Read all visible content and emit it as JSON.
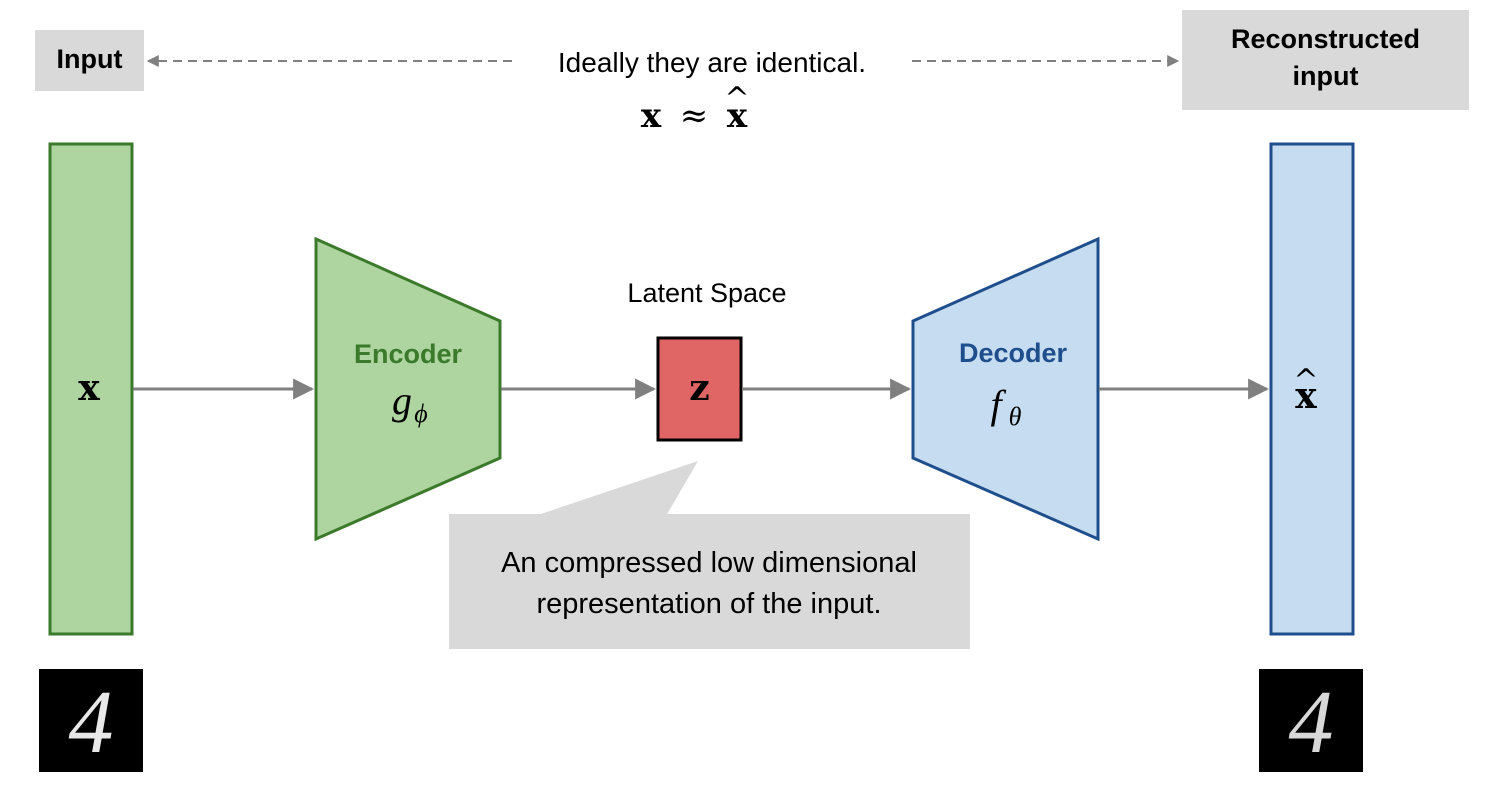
{
  "labels": {
    "input_box": "Input",
    "reconstructed_line1": "Reconstructed",
    "reconstructed_line2": "input",
    "identical_caption": "Ideally they are identical.",
    "equation_lhs": "x",
    "equation_approx": "≈",
    "equation_rhs": "x",
    "equation_hat": "^"
  },
  "input_bar": {
    "symbol": "x",
    "digit": "4"
  },
  "encoder": {
    "title": "Encoder",
    "func": "g",
    "subscript": "ϕ"
  },
  "latent": {
    "caption": "Latent Space",
    "symbol": "z"
  },
  "decoder": {
    "title": "Decoder",
    "func": "f",
    "subscript": "θ"
  },
  "output_bar": {
    "symbol": "x",
    "hat": "^",
    "digit": "4"
  },
  "callout": {
    "line1": "An compressed low dimensional",
    "line2": "representation of the input."
  },
  "colors": {
    "green_fill": "#aed4a0",
    "green_stroke": "#3a7a2a",
    "green_text": "#3a7a2a",
    "blue_fill": "#c6ddf1",
    "blue_stroke": "#1f4e8c",
    "blue_text": "#1f4e8c",
    "red_fill": "#e06565",
    "gray_box": "#d9d9d9",
    "arrow": "#808080"
  }
}
